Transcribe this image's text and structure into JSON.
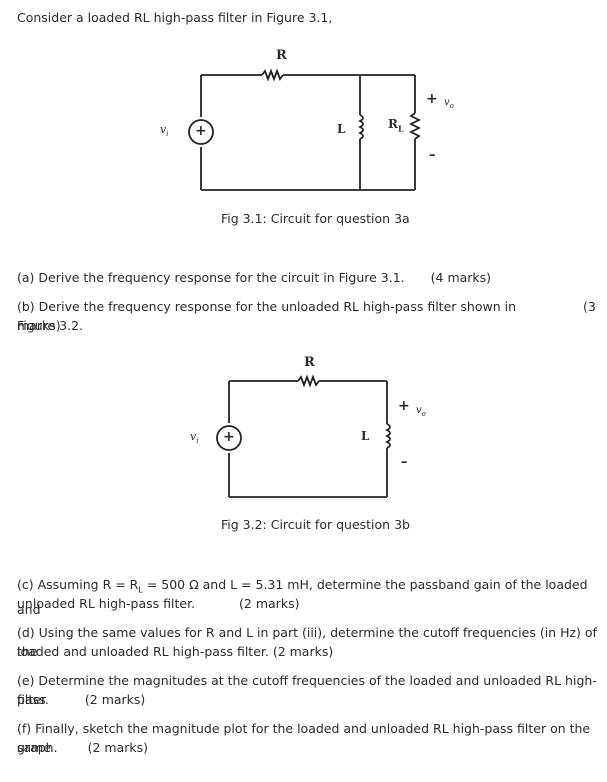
{
  "intro": "Consider a loaded RL high-pass filter in Figure 3.1,",
  "fig1": {
    "caption": "Fig 3.1: Circuit for question 3a",
    "labels": {
      "r": "R",
      "l": "L",
      "rl_main": "R",
      "rl_sub": "L",
      "vi_main": "v",
      "vi_sub": "i",
      "vo_main": "v",
      "vo_sub": "o",
      "plus": "+",
      "minus": "–",
      "src_plus": "+"
    }
  },
  "fig2": {
    "caption": "Fig 3.2: Circuit for question 3b",
    "labels": {
      "r": "R",
      "l": "L",
      "vi_main": "v",
      "vi_sub": "i",
      "vo_main": "v",
      "vo_sub": "o",
      "plus": "+",
      "minus": "–",
      "src_plus": "+"
    }
  },
  "questions": {
    "a": {
      "text": "(a) Derive the frequency response for the circuit in Figure 3.1.",
      "marks": "(4 marks)"
    },
    "b": {
      "text": "(b) Derive the frequency response for the unloaded RL high-pass filter shown in Figure 3.2.",
      "marks_a": "(3",
      "marks_b": "marks)"
    },
    "c": {
      "line1": "(c) Assuming R = R",
      "sub": "L",
      "line1b": " = 500 Ω and L = 5.31 mH, determine the passband gain of the loaded and",
      "line2": "unloaded RL high-pass filter.",
      "marks": "(2 marks)"
    },
    "d": {
      "line1": "(d) Using the same values for R and L in part (iii), determine the cutoff frequencies (in Hz) of the",
      "line2": "loaded and unloaded RL high-pass filter. (2 marks)"
    },
    "e": {
      "line1": "(e) Determine the magnitudes at the cutoff frequencies of the loaded and unloaded RL high-pass",
      "line2": "filter.",
      "marks": "(2 marks)"
    },
    "f": {
      "line1": "(f) Finally, sketch the magnitude plot for the loaded and unloaded RL high-pass filter on the same",
      "line2": "graph.",
      "marks": "(2 marks)"
    }
  }
}
